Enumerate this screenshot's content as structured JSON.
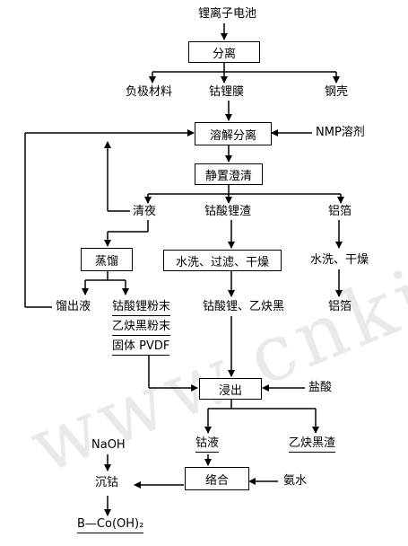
{
  "diagram": {
    "nodes": {
      "battery": "锂离子电池",
      "separate": "分离",
      "anode": "负极材料",
      "cobalt_film": "钴锂膜",
      "steel_shell": "钢壳",
      "dissolve": "溶解分离",
      "nmp": "NMP溶剂",
      "settle": "静置澄清",
      "clear_liquid": "清夜",
      "residue": "钴酸锂渣",
      "al_foil_1": "铝箔",
      "distill": "蒸馏",
      "wash_filter_dry": "水洗、过滤、干燥",
      "wash_dry": "水洗、干燥",
      "distillate": "馏出液",
      "lco_powder": "钴酸锂粉末",
      "carbon_powder": "乙炔黑粉末",
      "pvdf": "固体 PVDF",
      "lco_carbon": "钴酸锂、乙炔黑",
      "al_foil_2": "铝箔",
      "leach": "浸出",
      "hcl": "盐酸",
      "co_liquid": "钴液",
      "carbon_residue": "乙炔黑渣",
      "naoh": "NaOH",
      "precip_co": "沉钴",
      "complex": "络合",
      "ammonia": "氨水",
      "product": "B—Co(OH)₂"
    },
    "watermark": "www.cnki.net"
  }
}
